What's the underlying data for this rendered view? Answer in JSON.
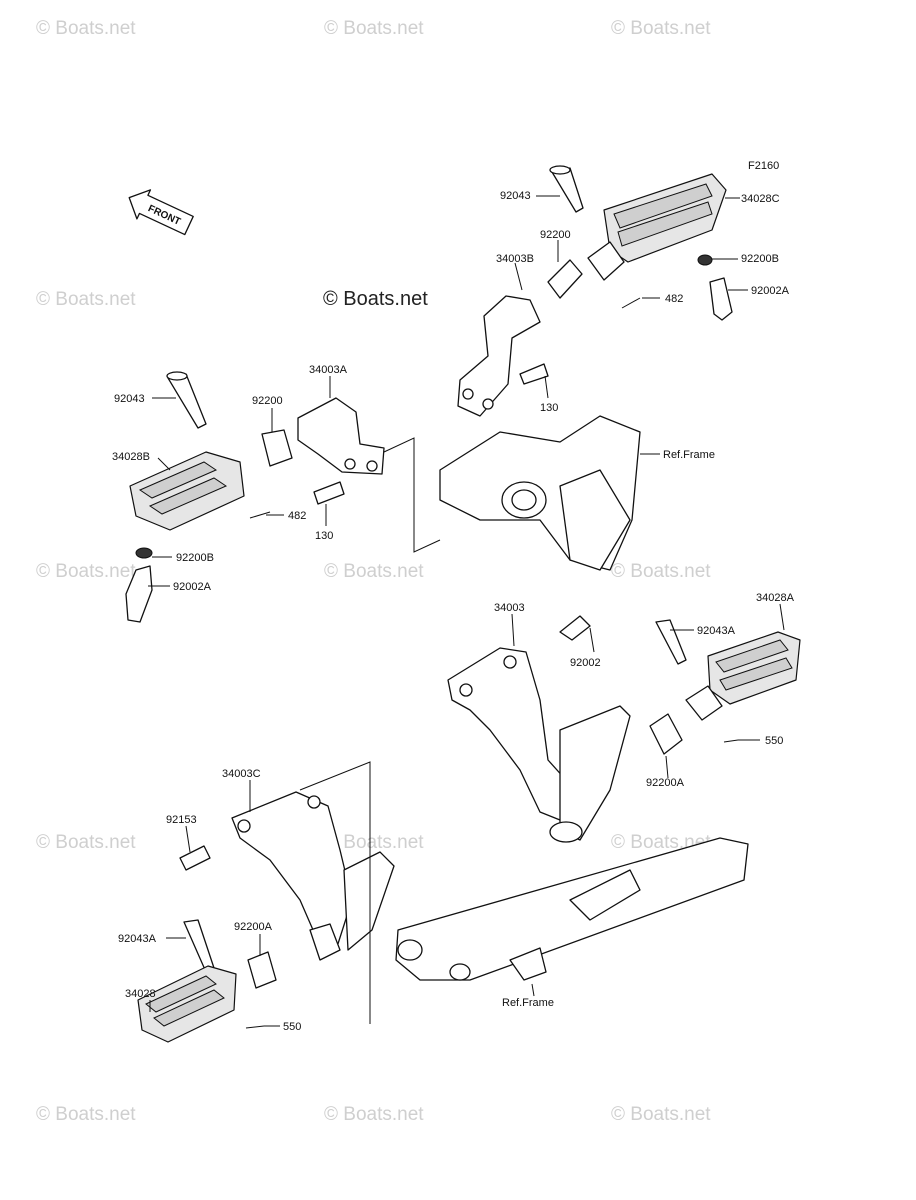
{
  "diagram_code": "F2160",
  "center_watermark": "© Boats.net",
  "watermark_text": "© Boats.net",
  "front_arrow_label": "FRONT",
  "labels": {
    "l_92043_top": "92043",
    "l_34028C": "34028C",
    "l_92200_top": "92200",
    "l_34003B": "34003B",
    "l_92200B_top": "92200B",
    "l_92002A_top": "92002A",
    "l_482_top": "482",
    "l_130_top": "130",
    "l_ref_frame_top": "Ref.Frame",
    "l_92043_left": "92043",
    "l_92200_left": "92200",
    "l_34003A": "34003A",
    "l_34028B": "34028B",
    "l_482_left": "482",
    "l_130_left": "130",
    "l_92200B_left": "92200B",
    "l_92002A_left": "92002A",
    "l_34003": "34003",
    "l_92002": "92002",
    "l_92043A_right": "92043A",
    "l_34028A": "34028A",
    "l_550_right": "550",
    "l_92200A_right": "92200A",
    "l_34003C": "34003C",
    "l_92153": "92153",
    "l_92043A_left": "92043A",
    "l_92200A_left": "92200A",
    "l_34028": "34028",
    "l_550_left": "550",
    "l_ref_frame_bottom": "Ref.Frame"
  }
}
